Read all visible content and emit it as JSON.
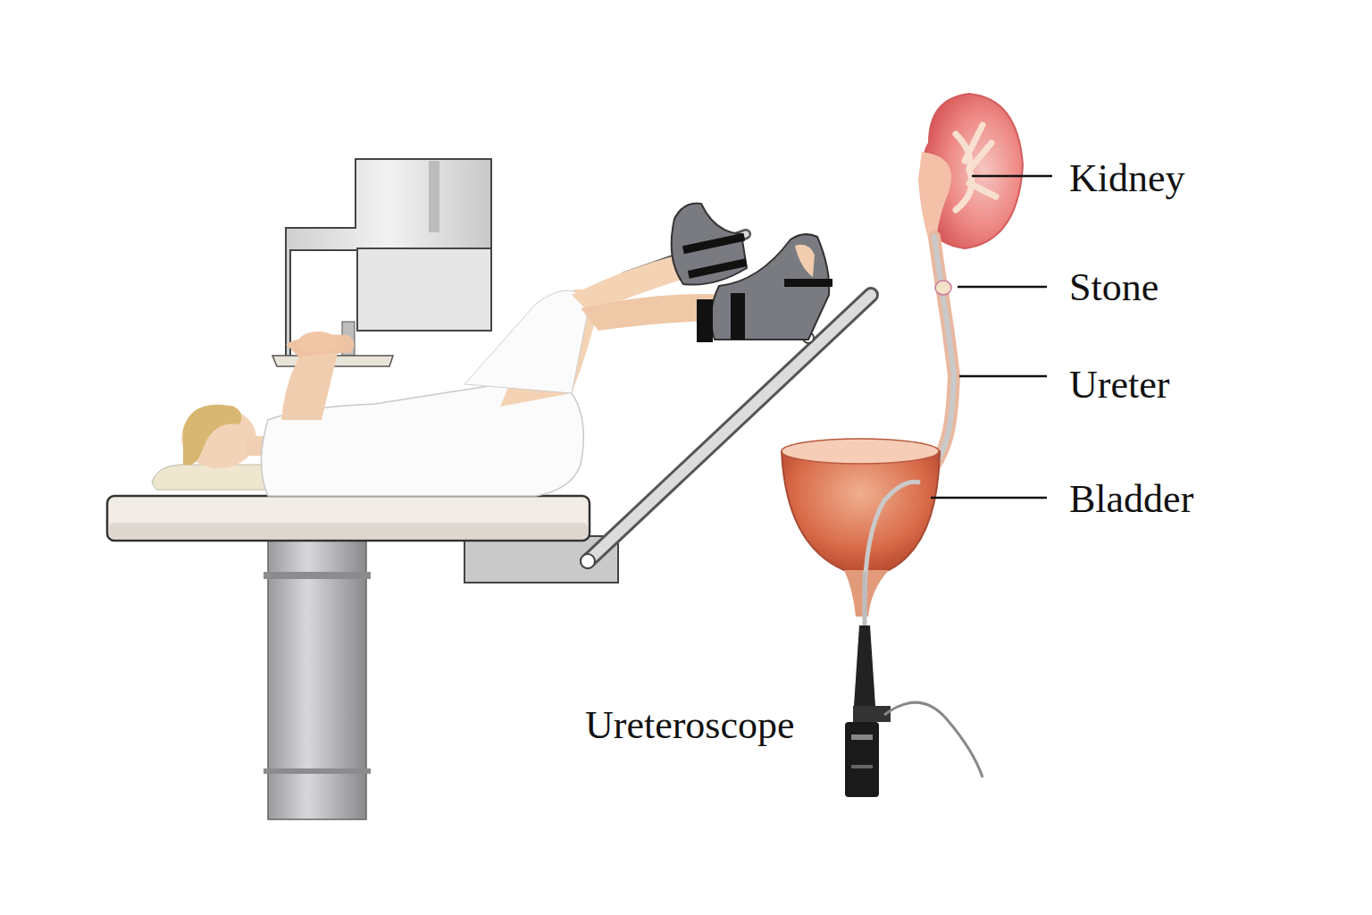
{
  "diagram": {
    "labels": [
      "Kidney",
      "Stone",
      "Ureter",
      "Bladder",
      "Ureteroscope"
    ]
  }
}
